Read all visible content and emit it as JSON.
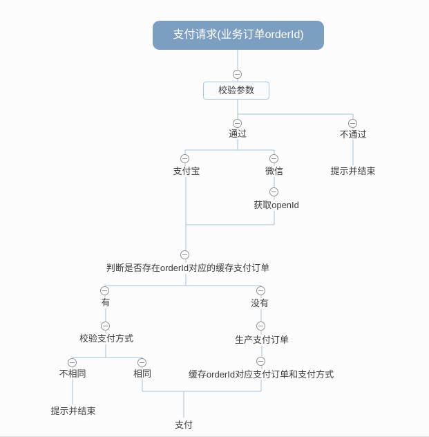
{
  "mindmap": {
    "root": {
      "label": "支付请求(业务订单orderId)"
    },
    "nodes": {
      "validate_params": {
        "label": "校验参数"
      },
      "pass": {
        "label": "通过"
      },
      "fail": {
        "label": "不通过"
      },
      "fail_end": {
        "label": "提示并结束"
      },
      "alipay": {
        "label": "支付宝"
      },
      "wechat": {
        "label": "微信"
      },
      "get_openid": {
        "label": "获取openId"
      },
      "check_cache": {
        "label": "判断是否存在orderId对应的缓存支付订单"
      },
      "has_cache": {
        "label": "有"
      },
      "no_cache": {
        "label": "没有"
      },
      "verify_pay_method": {
        "label": "校验支付方式"
      },
      "create_pay_order": {
        "label": "生产支付订单"
      },
      "cache_pay_order": {
        "label": "缓存orderId对应支付订单和支付方式"
      },
      "not_same": {
        "label": "不相同"
      },
      "same": {
        "label": "相同"
      },
      "not_same_end": {
        "label": "提示并结束"
      },
      "pay": {
        "label": "支付"
      }
    },
    "icons": {
      "collapse": "minus-circle"
    },
    "colors": {
      "root_fill": "#7C9EC0",
      "root_text": "#FFFFFF",
      "node_border": "#A9C5DA",
      "node_fill": "#F8FAFC",
      "connector": "#A7C0D4",
      "collapse_stroke": "#8F8F8F",
      "label_text": "#3B3B3B",
      "canvas_bg": "#FCFCFC"
    }
  }
}
